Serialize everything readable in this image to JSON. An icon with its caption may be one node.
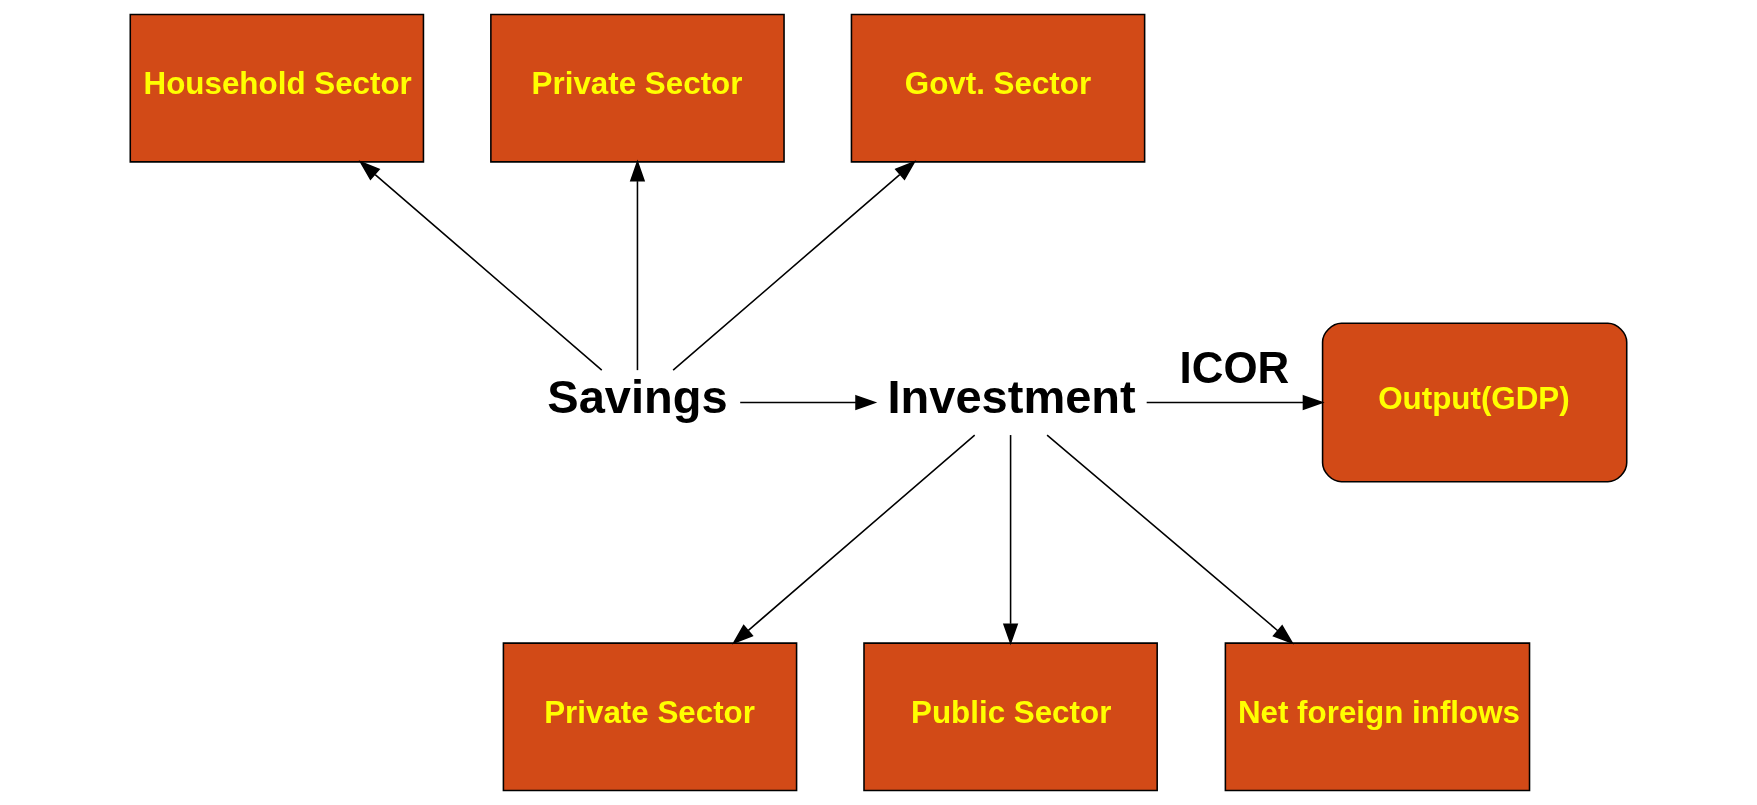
{
  "diagram": {
    "nodes": [
      {
        "text": [
          "Household Sector"
        ]
      },
      {
        "text": [
          "Private Sector"
        ]
      },
      {
        "text": [
          "Govt. Sector"
        ]
      },
      {
        "text": [
          "Savings"
        ]
      },
      {
        "text": [
          "Investment"
        ]
      },
      {
        "text": [
          "Output(GDP)"
        ]
      },
      {
        "text": [
          "Private Sector"
        ]
      },
      {
        "text": [
          "Public Sector"
        ]
      },
      {
        "text": [
          "Net foreign inflows"
        ]
      }
    ],
    "edges": [
      {
        "from": 3,
        "to": 0,
        "arrow": "to"
      },
      {
        "from": 3,
        "to": 1,
        "arrow": "to"
      },
      {
        "from": 3,
        "to": 2,
        "arrow": "to"
      },
      {
        "from": 3,
        "to": 4,
        "arrow": "to"
      },
      {
        "from": 4,
        "to": 5,
        "arrow": "to",
        "label": "ICOR"
      },
      {
        "from": 4,
        "to": 6,
        "arrow": "to"
      },
      {
        "from": 4,
        "to": 7,
        "arrow": "to"
      },
      {
        "from": 4,
        "to": 8,
        "arrow": "to"
      }
    ]
  }
}
